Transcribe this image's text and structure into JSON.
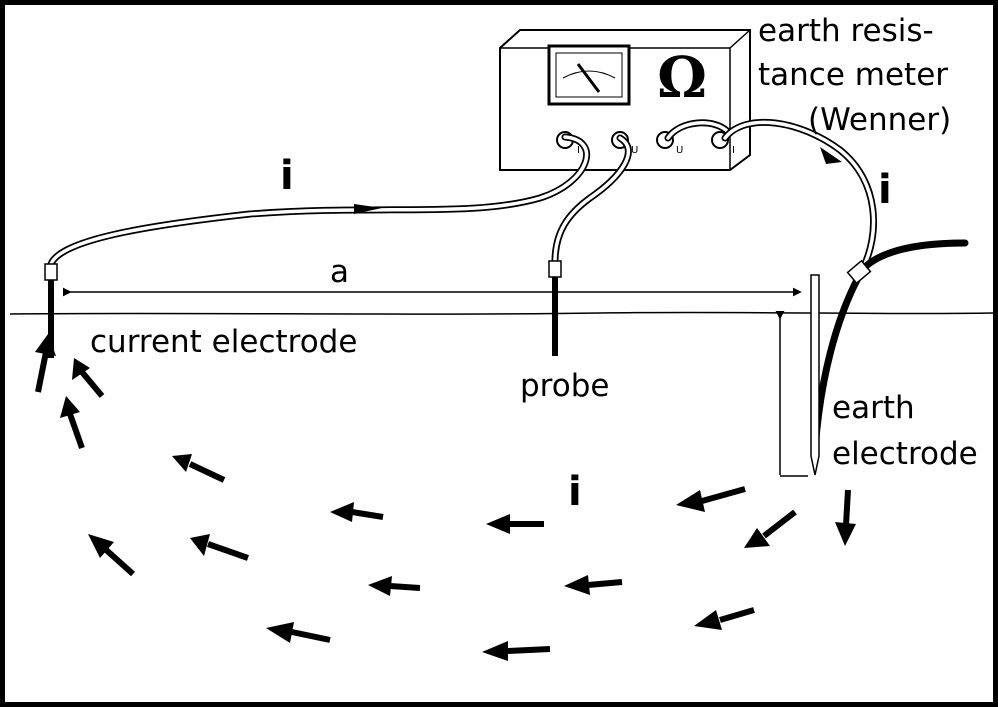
{
  "labels": {
    "meter_line1": "earth resis-",
    "meter_line2": "tance meter",
    "meter_line3": "(Wenner)",
    "spacing": "a",
    "current_electrode": "current electrode",
    "probe": "probe",
    "earth_electrode_line1": "earth",
    "earth_electrode_line2": "electrode"
  },
  "current_symbol": "i",
  "meter": {
    "symbol": "Ω",
    "terminals": [
      "I",
      "U",
      "U",
      "I"
    ]
  }
}
